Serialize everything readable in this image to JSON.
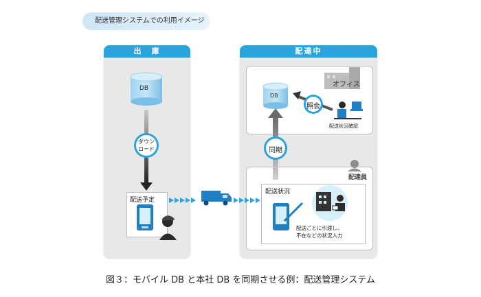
{
  "header_pill": "配送管理システムでの利用イメージ",
  "left_panel": {
    "title": "出　庫",
    "db_label": "DB",
    "download_label_line1": "ダウン",
    "download_label_line2": "ロード",
    "box_label": "配送予定"
  },
  "right_panel": {
    "title": "配達中",
    "office": {
      "label": "オフィス",
      "db_label": "DB",
      "query_label": "照会",
      "status_check_label": "配送状況確認"
    },
    "sync_label": "同期",
    "courier": {
      "label": "配達員",
      "box_label": "配送状況",
      "note_line1": "配送ごとに引渡し、",
      "note_line2": "不在などの状況入力"
    }
  },
  "colors": {
    "accent_blue": "#2aa4dd",
    "db_blue": "#8cc8ea",
    "arrow_dark": "#333333",
    "truck_blue": "#1f7fc6",
    "panel_gray": "#e8e8e8"
  },
  "icons": [
    "database-icon",
    "download-arrow-icon",
    "pda-icon",
    "person-icon",
    "truck-icon",
    "building-icon",
    "computer-user-icon",
    "upload-arrow-icon"
  ],
  "caption": "図３：モバイル DB と本社 DB を同期させる例：配送管理システム"
}
